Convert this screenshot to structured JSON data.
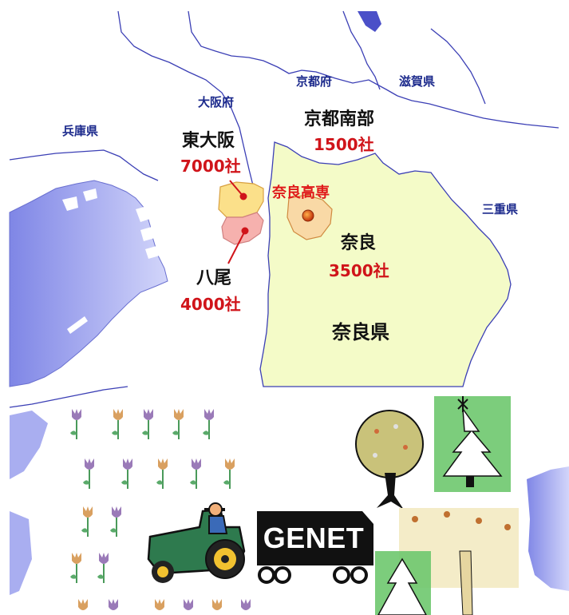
{
  "prefectures": {
    "hyogo": "兵庫県",
    "osaka": "大阪府",
    "kyoto": "京都府",
    "shiga": "滋賀県",
    "mie": "三重県",
    "nara": "奈良県"
  },
  "regions": {
    "higashiosaka": {
      "name": "東大阪",
      "count": "7000社"
    },
    "yao": {
      "name": "八尾",
      "count": "4000社"
    },
    "kyoto_south": {
      "name": "京都南部",
      "count": "1500社"
    },
    "nara_city": {
      "name": "奈良",
      "count": "3500社"
    }
  },
  "school": "奈良高専",
  "truck_logo": "GENET",
  "colors": {
    "sea": "#a9aef0",
    "nara_land": "#f4fbc8",
    "border": "#3b3fb5",
    "higashiosaka": "#fbe08a",
    "yao": "#f6b1ae",
    "nara_city": "#f9d9a6",
    "count_red": "#d0141a"
  }
}
